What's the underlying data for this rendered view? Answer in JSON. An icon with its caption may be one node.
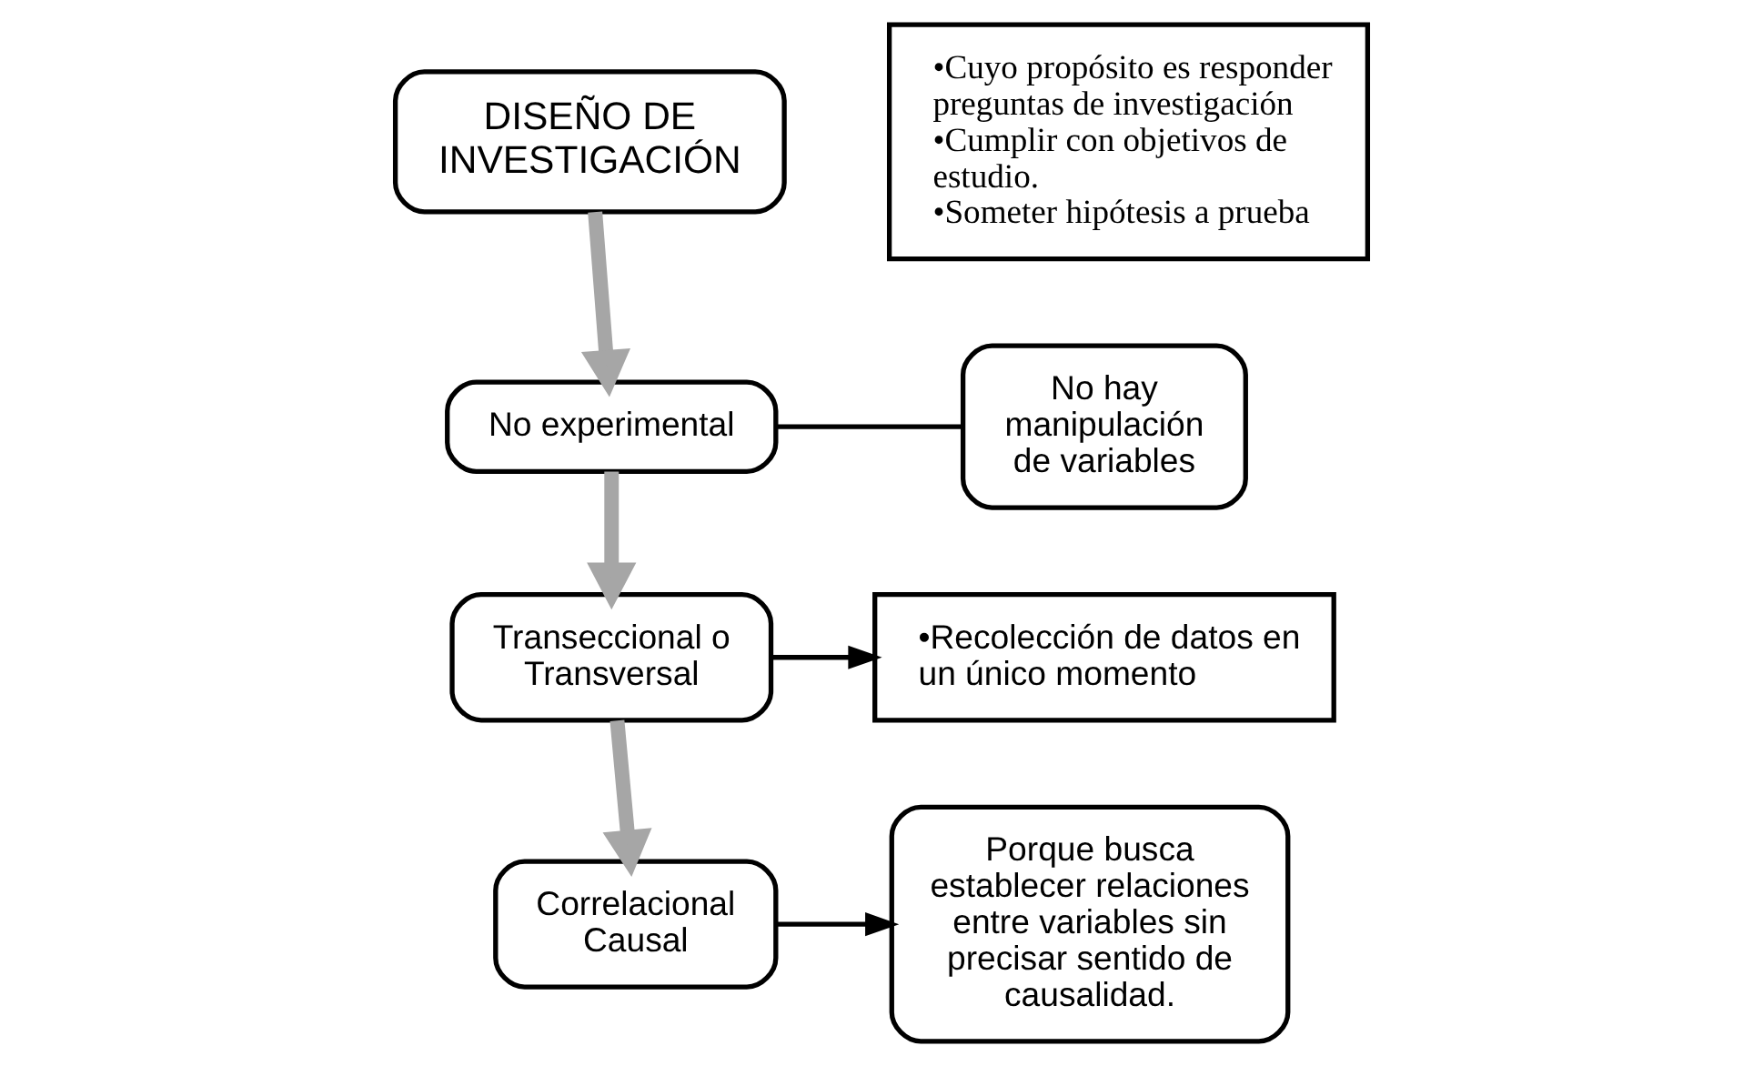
{
  "diagram": {
    "nodes": [
      {
        "text": [
          "DISEÑO DE INVESTIGACIÓN"
        ]
      },
      {
        "text": [
          "•Cuyo propósito es responder preguntas de investigación",
          "•Cumplir con objetivos de estudio.",
          "•Someter hipótesis a prueba"
        ]
      },
      {
        "text": [
          "No experimental"
        ]
      },
      {
        "text": [
          "No hay manipulación de variables"
        ]
      },
      {
        "text": [
          "Transeccional o Transversal"
        ]
      },
      {
        "text": [
          "•Recolección de datos en un único momento"
        ]
      },
      {
        "text": [
          "Correlacional Causal"
        ]
      },
      {
        "text": [
          "Porque busca establecer relaciones entre variables sin precisar sentido de causalidad."
        ]
      }
    ],
    "edges": [
      {
        "from": 0,
        "to": 2,
        "arrow": "to",
        "style": "thick",
        "color": "#a6a6a6"
      },
      {
        "from": 2,
        "to": 3,
        "arrow": "none",
        "color": "#000000"
      },
      {
        "from": 2,
        "to": 4,
        "arrow": "to",
        "style": "thick",
        "color": "#a6a6a6"
      },
      {
        "from": 4,
        "to": 5,
        "arrow": "to",
        "color": "#000000"
      },
      {
        "from": 4,
        "to": 6,
        "arrow": "to",
        "style": "thick",
        "color": "#a6a6a6"
      },
      {
        "from": 6,
        "to": 7,
        "arrow": "to",
        "color": "#000000"
      }
    ]
  }
}
